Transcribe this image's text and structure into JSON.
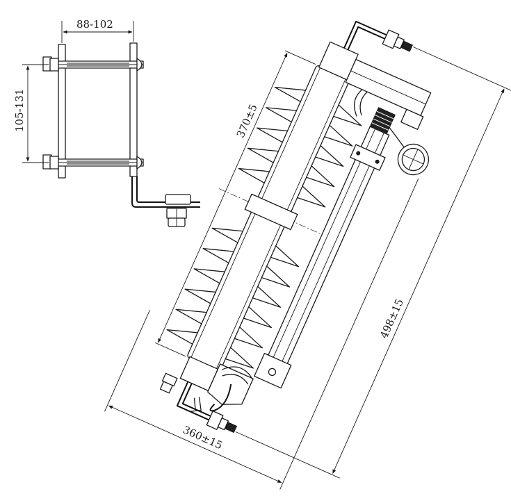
{
  "dimensions": {
    "bracket_width": "88-102",
    "bolt_spacing": "105-131",
    "insulator_length": "370±5",
    "overall_length": "498±15",
    "overall_width": "360±15"
  },
  "colors": {
    "line": "#1a1a1a",
    "background": "#ffffff"
  }
}
